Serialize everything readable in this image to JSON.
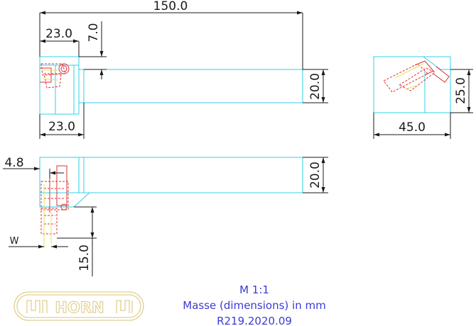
{
  "dimensions": {
    "overall_length": "150.0",
    "head_length_top": "23.0",
    "head_offset": "7.0",
    "shank_height_front": "20.0",
    "head_length_bottom": "23.0",
    "end_view_width": "45.0",
    "end_view_height": "25.0",
    "insert_offset": "4.8",
    "shank_height_top": "20.0",
    "w_label": "W",
    "head_depth": "15.0"
  },
  "info": {
    "scale": "M 1:1",
    "units": "Masse (dimensions) in mm",
    "part_number": "R219.2020.09"
  },
  "logo": {
    "text": "HORN"
  }
}
